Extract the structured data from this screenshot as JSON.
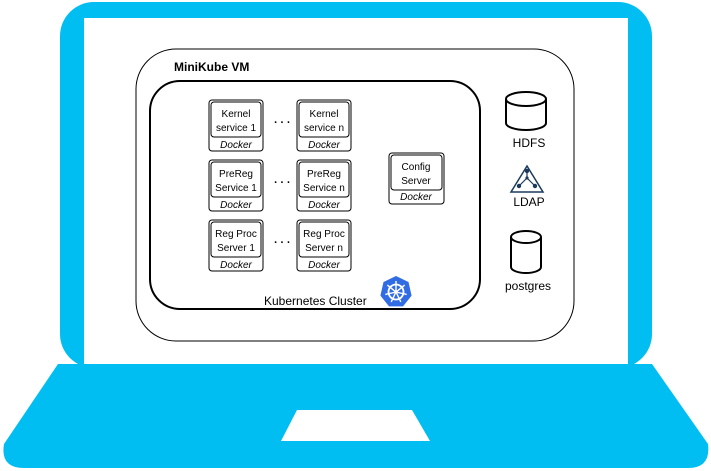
{
  "vm": {
    "title": "MiniKube VM"
  },
  "cluster": {
    "label": "Kubernetes Cluster",
    "icon": "kubernetes-icon"
  },
  "ellipsis": "...",
  "services": [
    {
      "left": {
        "line1": "Kernel",
        "line2": "service 1"
      },
      "right": {
        "line1": "Kernel",
        "line2": "service n"
      }
    },
    {
      "left": {
        "line1": "PreReg",
        "line2": "Service 1"
      },
      "right": {
        "line1": "PreReg",
        "line2": "Service n"
      }
    },
    {
      "left": {
        "line1": "Reg Proc",
        "line2": "Server 1"
      },
      "right": {
        "line1": "Reg Proc",
        "line2": "Server n"
      }
    }
  ],
  "config": {
    "line1": "Config",
    "line2": "Server"
  },
  "container_label": "Docker",
  "externals": {
    "hdfs": {
      "label": "HDFS",
      "icon": "database-icon"
    },
    "ldap": {
      "label": "LDAP",
      "icon": "ldap-icon"
    },
    "postgres": {
      "label": "postgres",
      "icon": "database-icon"
    }
  },
  "colors": {
    "laptop": "#00BEF2",
    "stroke": "#000000",
    "k8s_blue": "#326CE5"
  }
}
